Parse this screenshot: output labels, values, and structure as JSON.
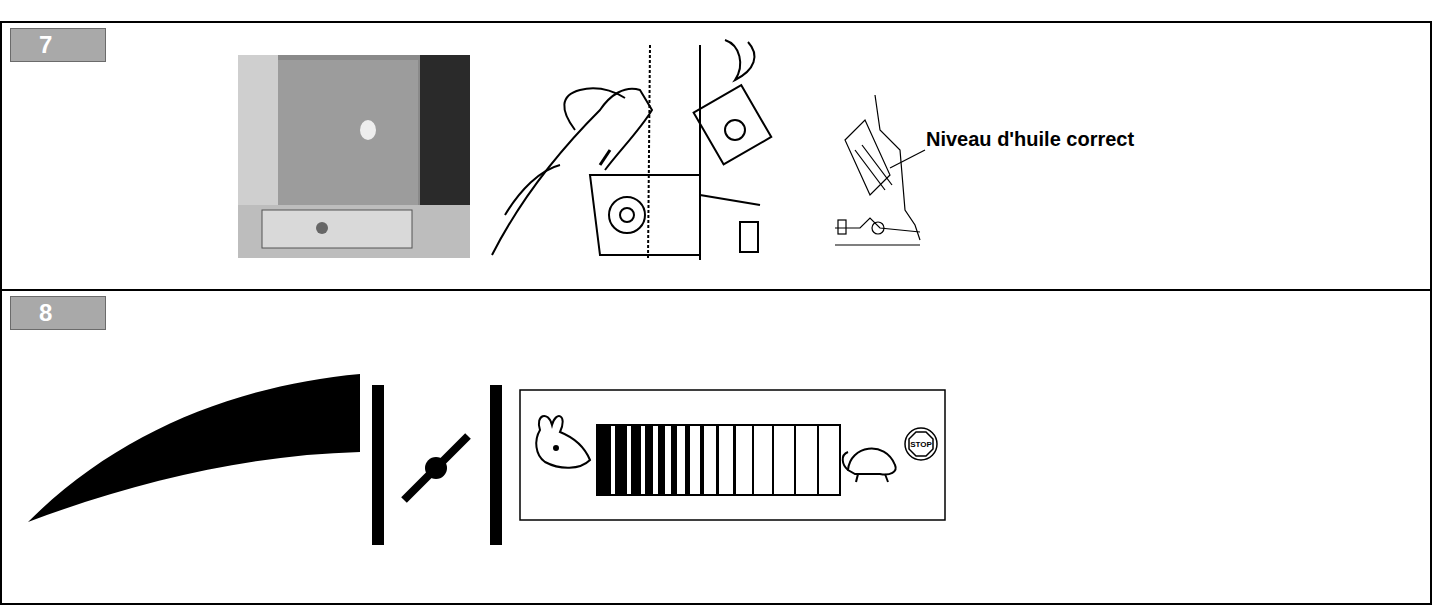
{
  "diagram": {
    "nodes": [
      {
        "text": [
          "7"
        ]
      },
      {
        "text": [
          "8"
        ]
      },
      {
        "text": [
          "STOP"
        ]
      }
    ],
    "labels": [
      "Niveau d'huile correct"
    ]
  }
}
